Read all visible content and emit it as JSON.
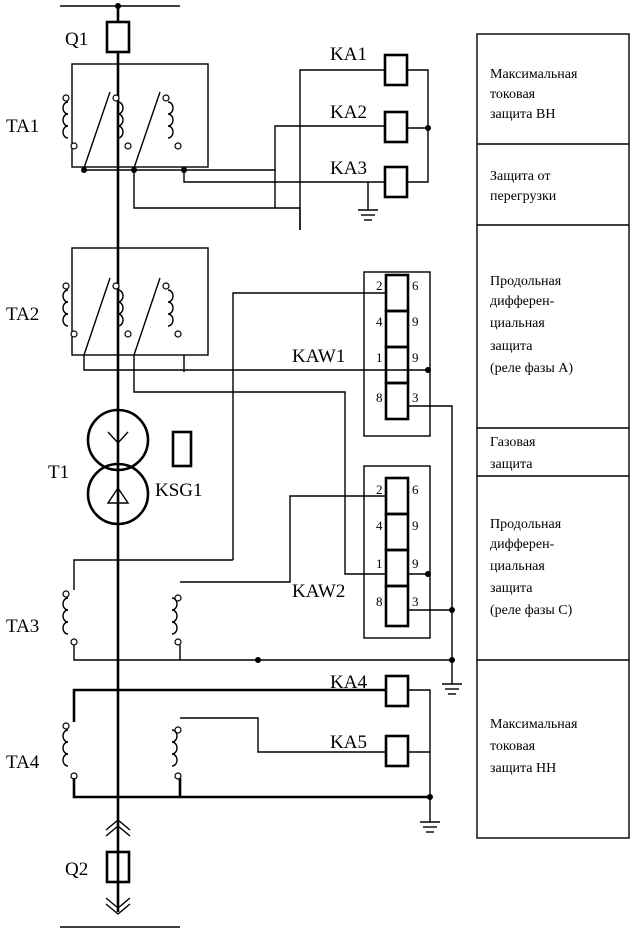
{
  "labels": {
    "q1": "Q1",
    "q2": "Q2",
    "ta1": "TA1",
    "ta2": "TA2",
    "ta3": "TA3",
    "ta4": "TA4",
    "t1": "T1",
    "ksg1": "KSG1",
    "ka1": "KA1",
    "ka2": "KA2",
    "ka3": "KA3",
    "ka4": "KA4",
    "ka5": "KA5",
    "kaw1": "KAW1",
    "kaw2": "KAW2"
  },
  "kaw1_pins": [
    "2",
    "6",
    "4",
    "9",
    "1",
    "9",
    "8",
    "3"
  ],
  "kaw2_pins": [
    "2",
    "6",
    "4",
    "9",
    "1",
    "9",
    "8",
    "3"
  ],
  "side_panel": [
    {
      "lines": [
        "Максимальная",
        "токовая",
        "защита ВН"
      ]
    },
    {
      "lines": [
        "Защита от",
        "перегрузки"
      ]
    },
    {
      "lines": [
        "Продольная",
        "дифферен-",
        "циальная",
        "защита",
        " (реле фазы А)"
      ]
    },
    {
      "lines": [
        "Газовая",
        "защита"
      ]
    },
    {
      "lines": [
        "Продольная",
        "дифферен-",
        "циальная",
        "защита",
        " (реле фазы С)"
      ]
    },
    {
      "lines": [
        "Максимальная",
        "токовая",
        "защита НН"
      ]
    }
  ]
}
